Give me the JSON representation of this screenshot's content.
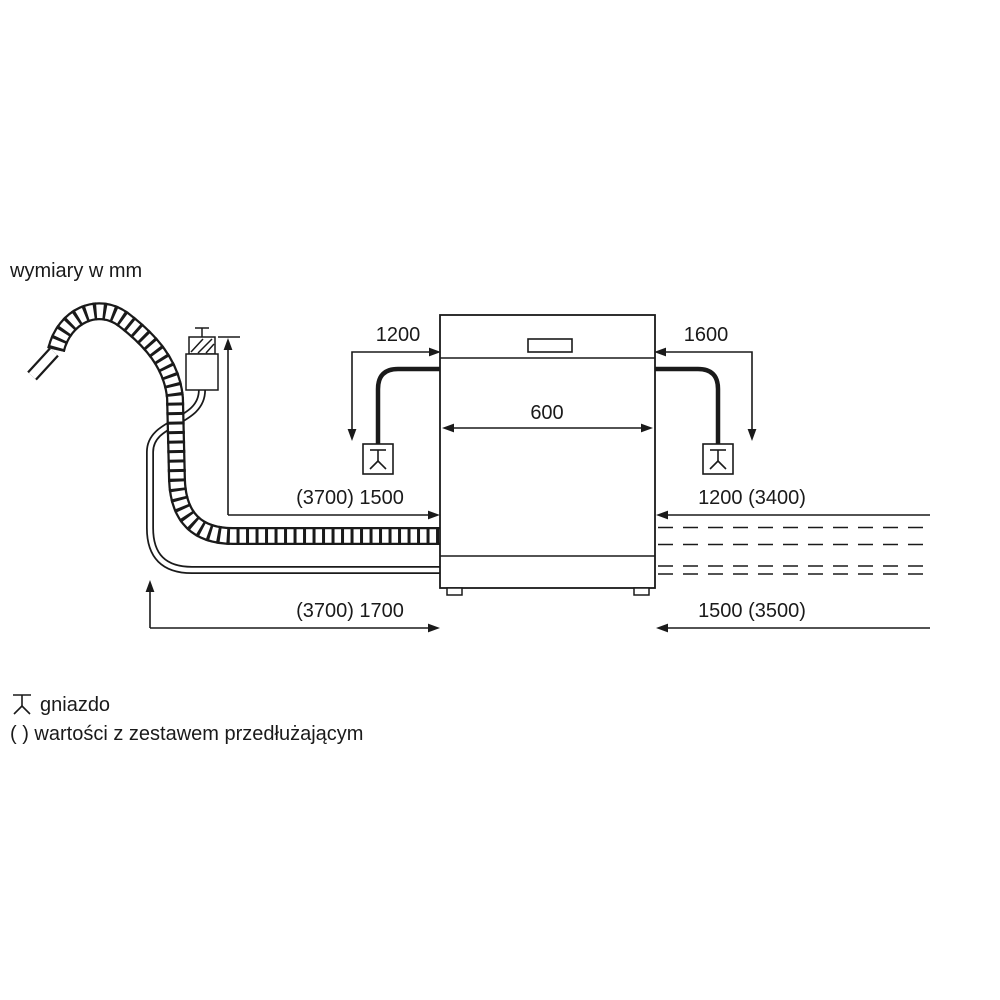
{
  "page": {
    "title": "wymiary w mm",
    "background": "#ffffff",
    "line_color": "#1a1a1a"
  },
  "dimensions": {
    "power_cord_left": "1200",
    "power_cord_right": "1600",
    "appliance_width": "600",
    "drain_hose_left": "(3700) 1500",
    "supply_hose_left": "(3700) 1700",
    "drain_hose_right": "1200 (3400)",
    "supply_hose_right": "1500 (3500)"
  },
  "appliance": {
    "type": "dishwasher-front-view",
    "parts": [
      "control-panel",
      "display-window",
      "plinth",
      "feet"
    ]
  },
  "icons": {
    "socket": "socket-icon",
    "tap": "tap-valve-icon",
    "drain_hose": "corrugated-drain-hose",
    "supply_hose": "water-supply-hose"
  },
  "legend": {
    "socket": {
      "icon": "socket-icon",
      "label": "gniazdo"
    },
    "extension": {
      "label": "( ) wartości z zestawem przedłużającym"
    }
  }
}
